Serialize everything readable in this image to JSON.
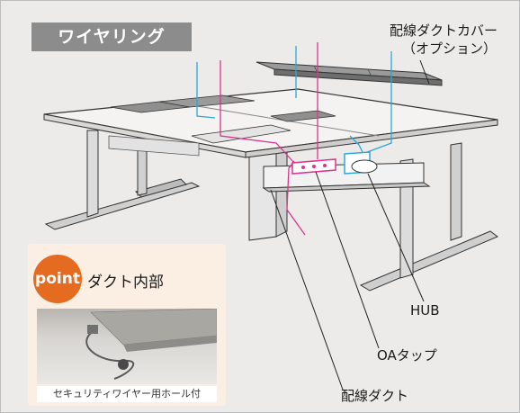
{
  "title": "ワイヤリング",
  "callouts": {
    "duct_cover": "配線ダクトカバー",
    "option": "（オプション）",
    "hub": "HUB",
    "oa_tap": "OAタップ",
    "wiring_duct": "配線ダクト"
  },
  "point_panel": {
    "badge": "point",
    "heading": "ダクト内部",
    "caption": "セキュリティワイヤー用ホール付"
  },
  "colors": {
    "background": "#ecebe9",
    "badge_gray": "#8c8c8c",
    "point_orange": "#e56b21",
    "panel_peach": "#fbeee2",
    "lan_cable": "#2aa9d8",
    "power_cable": "#e0338c"
  }
}
